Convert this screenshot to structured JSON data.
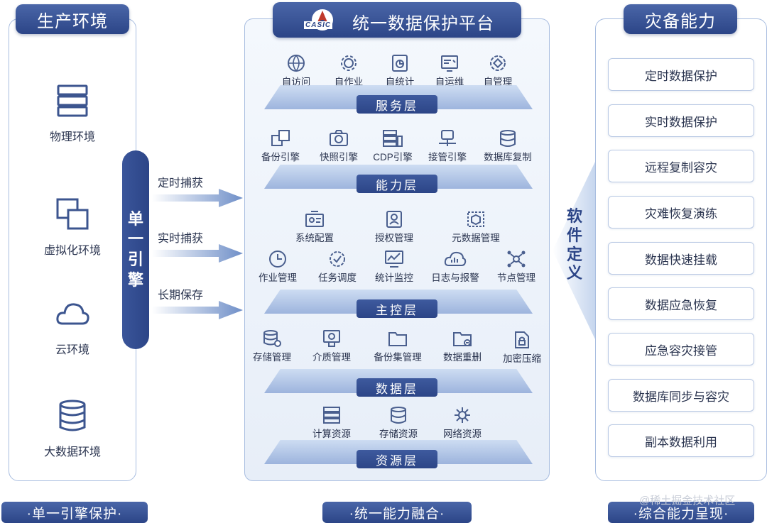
{
  "left": {
    "title": "生产环境",
    "items": [
      "物理环境",
      "虚拟化环境",
      "云环境",
      "大数据环境"
    ],
    "engine": [
      "单",
      "一",
      "引",
      "擎"
    ]
  },
  "arrows": [
    "定时捕获",
    "实时捕获",
    "长期保存"
  ],
  "center": {
    "logo_text": "CASIC",
    "title": "统一数据保护平台",
    "service": {
      "items": [
        "自访问",
        "自作业",
        "自统计",
        "自运维",
        "自管理"
      ],
      "label": "服务层"
    },
    "ability": {
      "items": [
        "备份引擎",
        "快照引擎",
        "CDP引擎",
        "接管引擎",
        "数据库复制"
      ],
      "label": "能力层"
    },
    "control": {
      "row1": [
        "系统配置",
        "授权管理",
        "元数据管理"
      ],
      "row2": [
        "作业管理",
        "任务调度",
        "统计监控",
        "日志与报警",
        "节点管理"
      ],
      "label": "主控层"
    },
    "data": {
      "items": [
        "存储管理",
        "介质管理",
        "备份集管理",
        "数据重删",
        "加密压缩"
      ],
      "label": "数据层"
    },
    "resource": {
      "items": [
        "计算资源",
        "存储资源",
        "网络资源"
      ],
      "label": "资源层"
    }
  },
  "right": {
    "title": "灾备能力",
    "soft_define": [
      "软",
      "件",
      "定",
      "义"
    ],
    "items": [
      "定时数据保护",
      "实时数据保护",
      "远程复制容灾",
      "灾难恢复演练",
      "数据快速挂载",
      "数据应急恢复",
      "应急容灾接管",
      "数据库同步与容灾",
      "副本数据利用"
    ]
  },
  "footer": [
    "·单一引擎保护·",
    "·统一能力融合·",
    "·综合能力呈现·"
  ],
  "watermark": "@稀土掘金技术社区",
  "colors": {
    "primary": "#2c4587",
    "accent": "#c0392b",
    "border": "#a8bde0"
  }
}
